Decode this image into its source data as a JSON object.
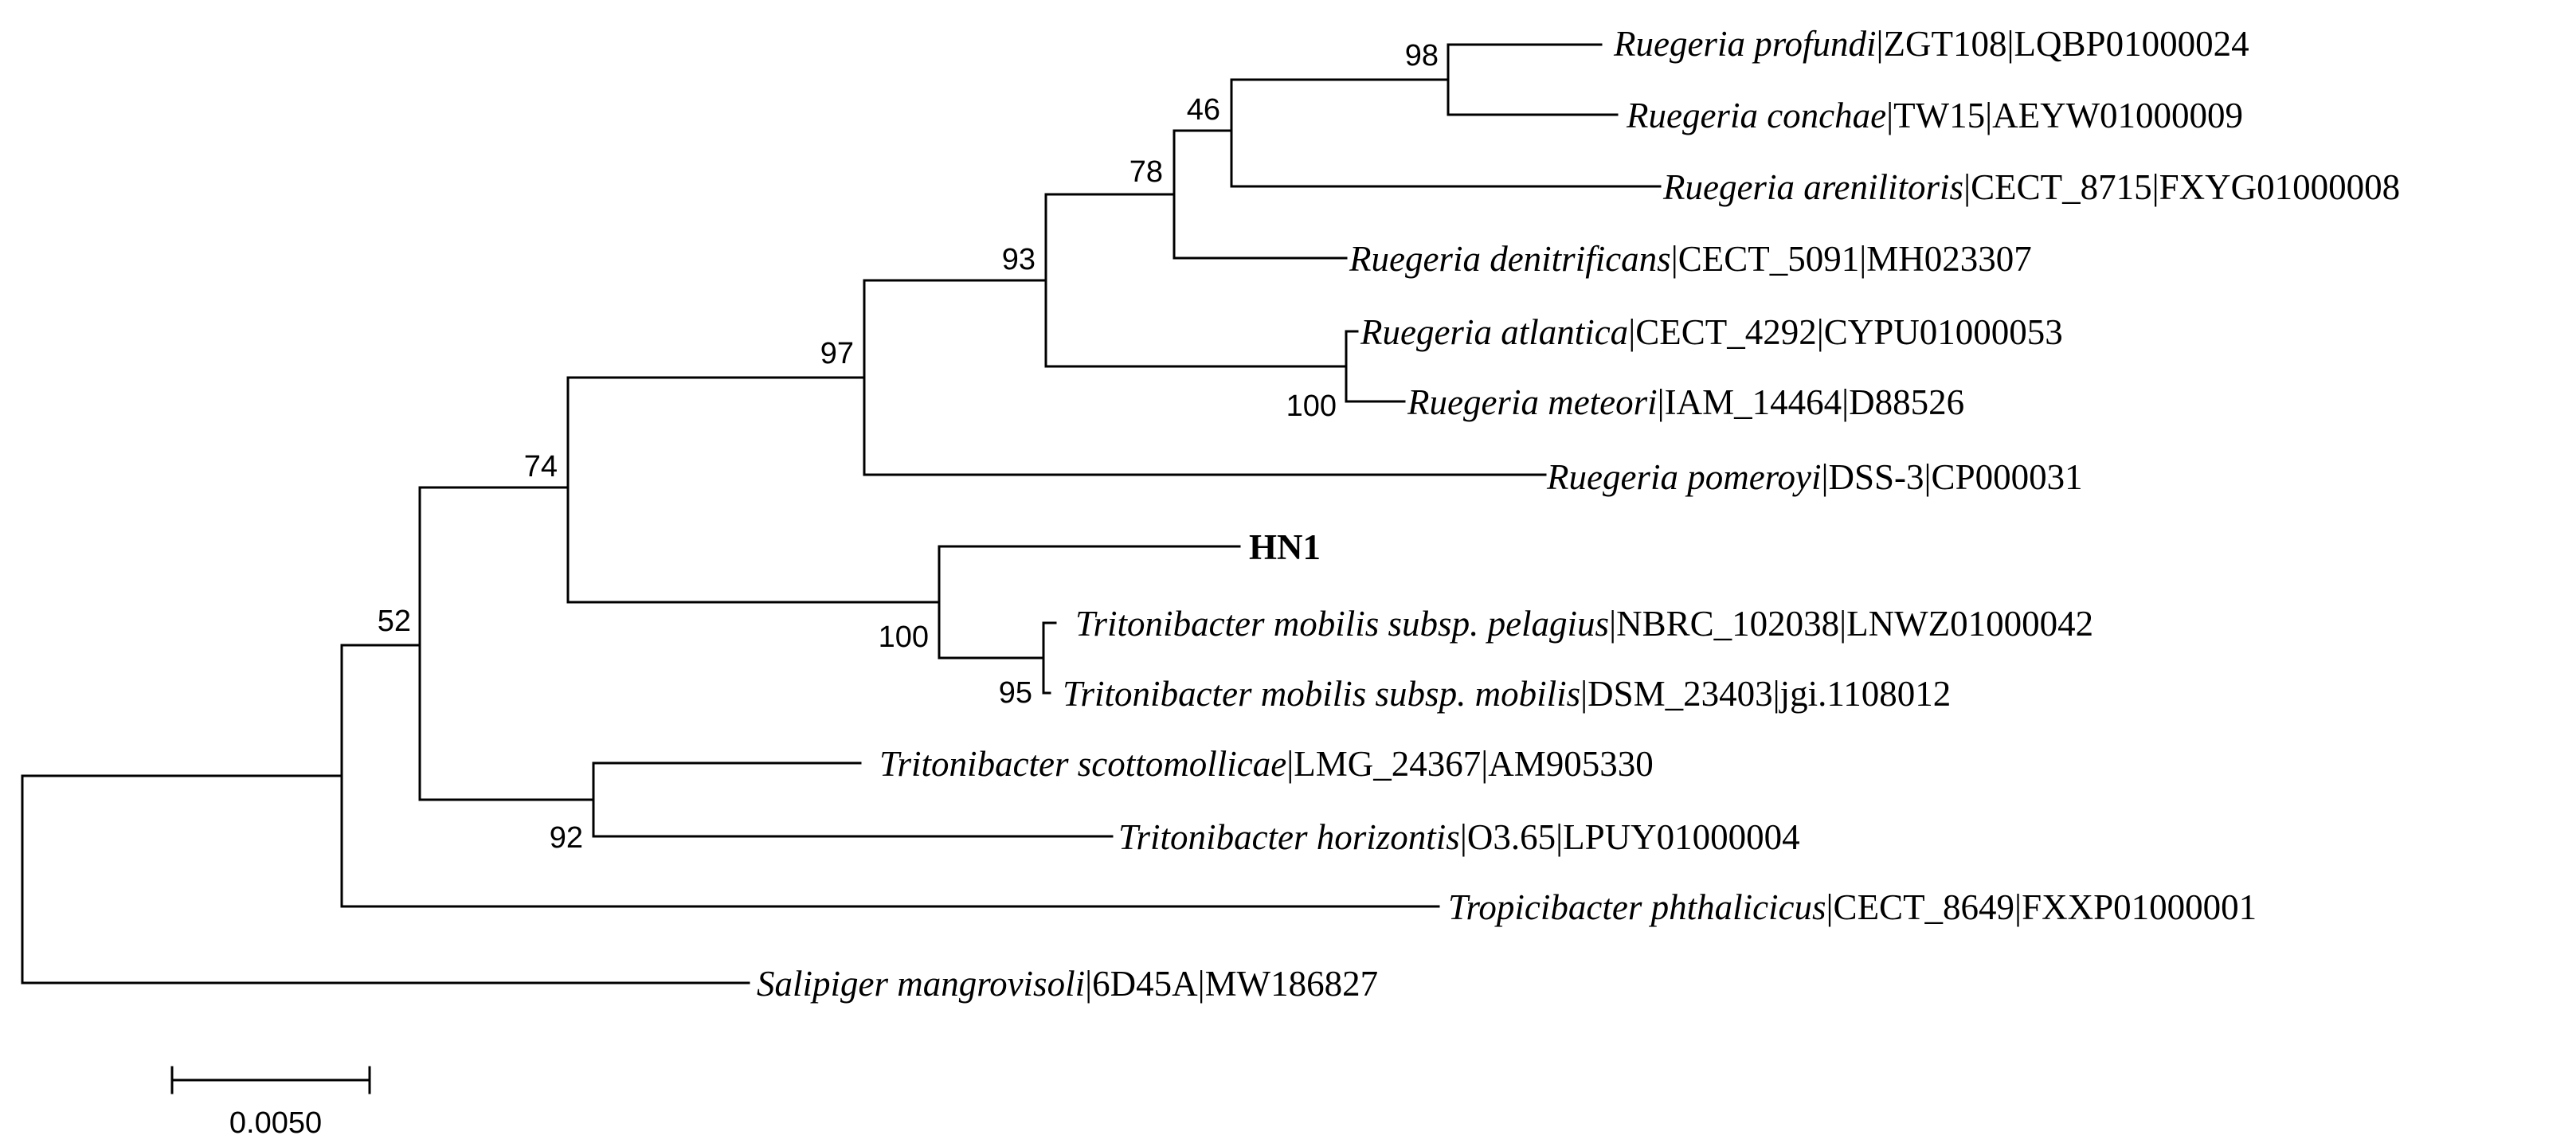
{
  "tree": {
    "scale_bar": {
      "label": "0.0050"
    },
    "nodes": [
      {
        "id": "n_prof_conc",
        "bootstrap": "98"
      },
      {
        "id": "n_46",
        "bootstrap": "46"
      },
      {
        "id": "n_78",
        "bootstrap": "78"
      },
      {
        "id": "n_93",
        "bootstrap": "93"
      },
      {
        "id": "n_atl_met",
        "bootstrap": "100"
      },
      {
        "id": "n_97",
        "bootstrap": "97"
      },
      {
        "id": "n_74",
        "bootstrap": "74"
      },
      {
        "id": "n_hn1",
        "bootstrap": "100"
      },
      {
        "id": "n_trit_mob",
        "bootstrap": "95"
      },
      {
        "id": "n_52",
        "bootstrap": "52"
      },
      {
        "id": "n_scot_hor",
        "bootstrap": "92"
      }
    ],
    "taxa": [
      {
        "species": "Ruegeria profundi",
        "details": "|ZGT108|LQBP01000024"
      },
      {
        "species": "Ruegeria conchae",
        "details": "|TW15|AEYW01000009"
      },
      {
        "species": "Ruegeria arenilitoris",
        "details": "|CECT_8715|FXYG01000008"
      },
      {
        "species": "Ruegeria denitrificans",
        "details": "|CECT_5091|MH023307"
      },
      {
        "species": "Ruegeria atlantica",
        "details": "|CECT_4292|CYPU01000053"
      },
      {
        "species": "Ruegeria meteori",
        "details": "|IAM_14464|D88526"
      },
      {
        "species": "Ruegeria pomeroyi",
        "details": "|DSS-3|CP000031"
      },
      {
        "species": "",
        "details": "HN1"
      },
      {
        "species": "Tritonibacter mobilis subsp. pelagius",
        "details": "|NBRC_102038|LNWZ01000042"
      },
      {
        "species": "Tritonibacter mobilis subsp. mobilis",
        "details": "|DSM_23403|jgi.1108012"
      },
      {
        "species": "Tritonibacter scottomollicae",
        "details": "|LMG_24367|AM905330"
      },
      {
        "species": "Tritonibacter horizontis",
        "details": "|O3.65|LPUY01000004"
      },
      {
        "species": "Tropicibacter phthalicicus",
        "details": "|CECT_8649|FXXP01000001"
      },
      {
        "species": "Salipiger mangrovisoli",
        "details": "|6D45A|MW186827"
      }
    ]
  }
}
